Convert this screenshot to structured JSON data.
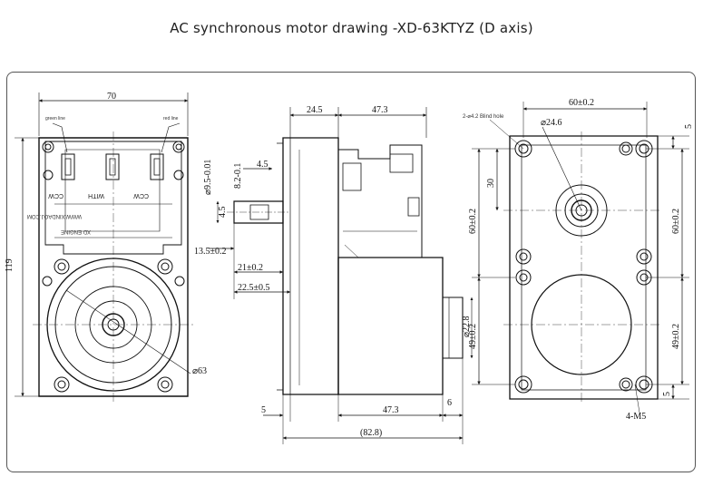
{
  "title": "AC synchronous motor drawing -XD-63KTYZ (D axis)",
  "front_view": {
    "wire_left": "green line",
    "wire_right": "red line",
    "label_ccw_left": "CCW",
    "label_with": "WITH",
    "label_ccw_right": "CCW",
    "brand_url": "WWW.XINDAOJ.COM",
    "brand_name": "XD ENGINE",
    "dim_width": "70",
    "dim_height": "119",
    "dim_diameter": "⌀63"
  },
  "side_view": {
    "dim_top_left": "24.5",
    "dim_top_right": "47.3",
    "dim_shaft_dia": "⌀9.5-0.01",
    "dim_flat": "8.2-0.1",
    "dim_key": "4.5",
    "dim_small": "4.5",
    "dim_shaft_a": "13.5±0.2",
    "dim_shaft_b": "21±0.2",
    "dim_shaft_c": "22.5±0.5",
    "dim_boss": "⌀22.8",
    "dim_bottom_left": "5",
    "dim_bottom_mid": "47.3",
    "dim_bottom_right": "6",
    "dim_total": "(82.8)"
  },
  "rear_view": {
    "blind_hole_note": "2-⌀4.2 Blind hole",
    "dim_top": "60±0.2",
    "dim_right_top": "5",
    "dim_hole_dia": "⌀24.6",
    "dim_vertical": "30",
    "dim_left_60": "60±0.2",
    "dim_right_60": "60±0.2",
    "dim_left_49": "49±0.2",
    "dim_right_49": "49±0.2",
    "dim_right_bottom": "5",
    "dim_screw": "4-M5"
  }
}
